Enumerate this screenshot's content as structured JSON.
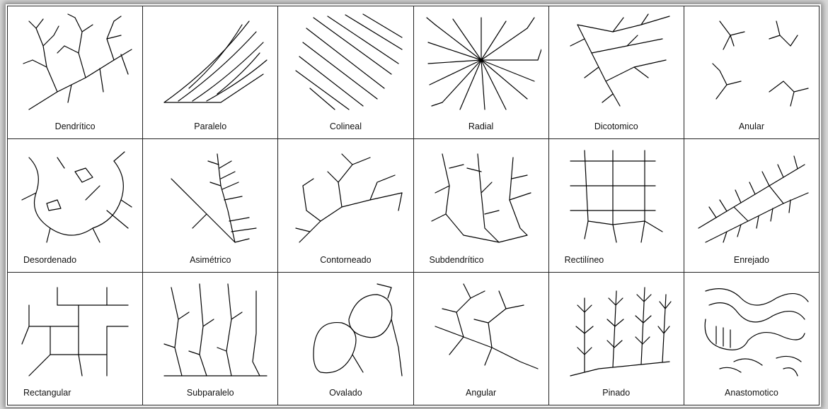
{
  "patterns": [
    {
      "label": "Dendrítico"
    },
    {
      "label": "Paralelo"
    },
    {
      "label": "Colineal"
    },
    {
      "label": "Radial"
    },
    {
      "label": "Dicotomico"
    },
    {
      "label": "Anular"
    },
    {
      "label": "Desordenado"
    },
    {
      "label": "Asimétrico"
    },
    {
      "label": "Contorneado"
    },
    {
      "label": "Subdendrítico"
    },
    {
      "label": "Rectilíneo"
    },
    {
      "label": "Enrejado"
    },
    {
      "label": "Rectangular"
    },
    {
      "label": "Subparalelo"
    },
    {
      "label": "Ovalado"
    },
    {
      "label": "Angular"
    },
    {
      "label": "Pinado"
    },
    {
      "label": "Anastomotico"
    }
  ],
  "colors": {
    "line": "#000000",
    "background": "#ffffff",
    "shadow": "#8a8a8a"
  }
}
